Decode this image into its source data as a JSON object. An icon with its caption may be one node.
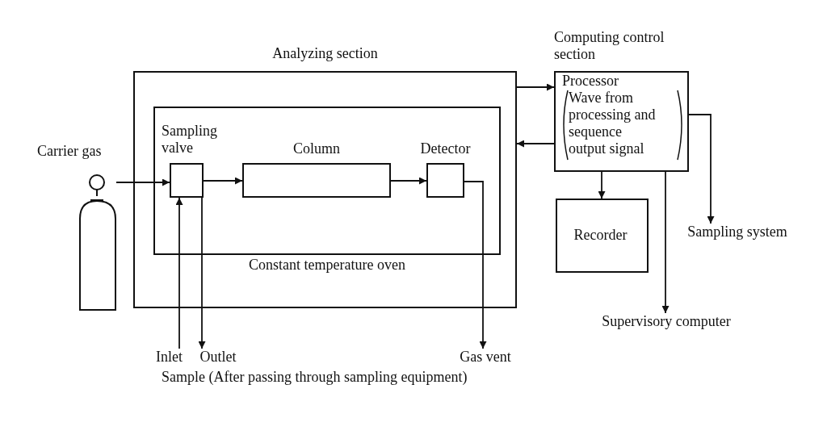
{
  "diagram": {
    "nodes": [
      {
        "text": [
          "Analyzing section"
        ]
      },
      {
        "text": [
          "Constant temperature oven"
        ],
        "in": 0
      },
      {
        "text": [
          "Sampling valve"
        ],
        "in": 1
      },
      {
        "text": [
          "Column"
        ],
        "in": 1
      },
      {
        "text": [
          "Detector"
        ],
        "in": 1
      },
      {
        "text": [
          "Carrier gas"
        ]
      },
      {
        "text": [
          "Computing control section",
          "Processor",
          "Wave from processing and sequence output signal"
        ]
      },
      {
        "text": [
          "Recorder"
        ]
      },
      {
        "text": [
          "Sampling system"
        ]
      },
      {
        "text": [
          "Supervisory computer"
        ]
      },
      {
        "text": [
          "Inlet"
        ]
      },
      {
        "text": [
          "Outlet"
        ]
      },
      {
        "text": [
          "Gas vent"
        ]
      }
    ],
    "edges": [
      {
        "from": 5,
        "to": 2,
        "arrow": "to"
      },
      {
        "from": 2,
        "to": 3,
        "arrow": "to"
      },
      {
        "from": 3,
        "to": 4,
        "arrow": "to"
      },
      {
        "from": 4,
        "to": 12,
        "arrow": "to"
      },
      {
        "from": 10,
        "to": 2,
        "arrow": "to"
      },
      {
        "from": 2,
        "to": 11,
        "arrow": "to"
      },
      {
        "from": 0,
        "to": 6,
        "arrow": "to"
      },
      {
        "from": 6,
        "to": 0,
        "arrow": "to"
      },
      {
        "from": 6,
        "to": 7,
        "arrow": "to"
      },
      {
        "from": 6,
        "to": 8,
        "arrow": "to"
      },
      {
        "from": 6,
        "to": 9,
        "arrow": "to"
      }
    ],
    "labels": [
      "Sample (After passing through sampling equipment)"
    ]
  }
}
